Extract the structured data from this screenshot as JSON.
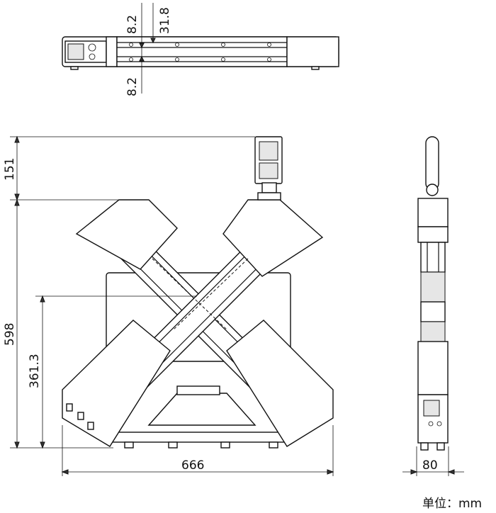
{
  "dimensions": {
    "top_gap_upper": "8.2",
    "top_thickness": "31.8",
    "top_gap_lower": "8.2",
    "height_controller": "151",
    "height_total": "598",
    "height_center": "361.3",
    "width_total": "666",
    "width_side": "80"
  },
  "unit_label": "单位：mm"
}
